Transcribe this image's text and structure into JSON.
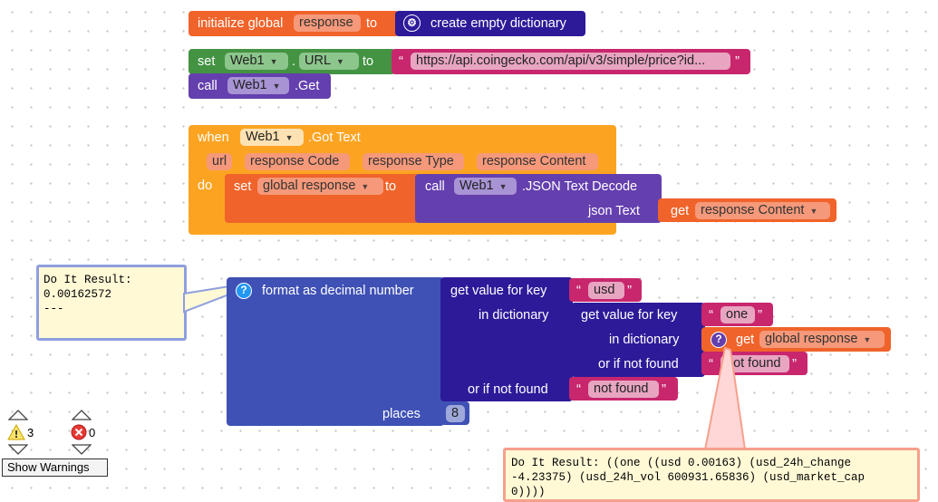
{
  "init_block": {
    "initialize_global": "initialize global",
    "var_name": "response",
    "to": "to",
    "create_empty_dictionary": "create empty dictionary"
  },
  "set_url_block": {
    "set": "set",
    "component": "Web1",
    "dot": ".",
    "property": "URL",
    "to": "to",
    "url": "https://api.coingecko.com/api/v3/simple/price?id..."
  },
  "call_get_block": {
    "call": "call",
    "component": "Web1",
    "method": ".Get"
  },
  "event_block": {
    "when": "when",
    "component": "Web1",
    "event": ".Got Text",
    "params": [
      "url",
      "response Code",
      "response Type",
      "response Content"
    ],
    "do": "do",
    "set": "set",
    "set_var": "global response",
    "to": "to",
    "call": "call",
    "call_component": "Web1",
    "call_method": ".JSON Text Decode",
    "json_text": "json Text",
    "get": "get",
    "get_var": "response Content"
  },
  "format_block": {
    "label": "format as decimal number",
    "places": "places",
    "places_value": "8",
    "get_value_for_key": "get value for key",
    "in_dictionary": "in dictionary",
    "or_if_not_found": "or if not found",
    "key_usd": "usd",
    "key_one": "one",
    "get": "get",
    "get_var": "global response",
    "not_found": "not found"
  },
  "do_it_left": {
    "title": "Do It Result:",
    "value": "0.00162572",
    "dashes": "---"
  },
  "do_it_bottom": {
    "line1": "Do It Result: ((one ((usd 0.00163) (usd_24h_change",
    "line2": "-4.23375) (usd_24h_vol 600931.65836) (usd_market_cap",
    "line3": "0))))"
  },
  "warnings": {
    "warning_count": "3",
    "error_count": "0",
    "toggle_label": "Show Warnings"
  },
  "colors": {
    "variables": "#f0632a",
    "component_set": "#439343",
    "component_call": "#643fae",
    "event": "#fca422",
    "text": "#c8276d",
    "math": "#3f51b5",
    "dictionary": "#2d1a99"
  }
}
